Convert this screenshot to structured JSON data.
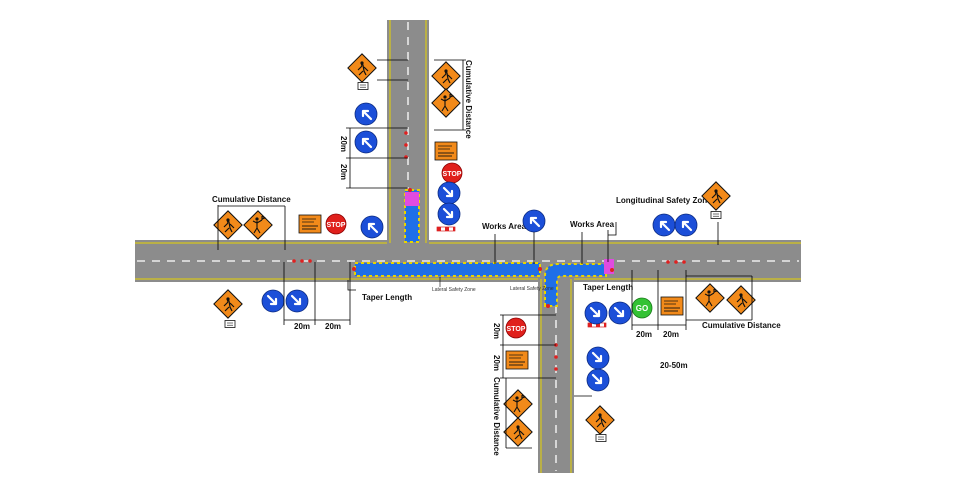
{
  "labels": {
    "cumulative_distance": "Cumulative Distance",
    "cumulative_distance_right": "Cumulative Distance",
    "works_area": "Works Area",
    "works_area_2": "Works Area",
    "longitudinal_safety_zone": "Longitudinal Safety Zone",
    "taper_length": "Taper Length",
    "taper_length_2": "Taper Length",
    "lateral_safety_zone": "Lateral Safety Zone",
    "dist_20m": "20m",
    "dist_20_50m": "20-50m"
  },
  "signs": {
    "stop": "STOP",
    "go": "GO",
    "be_prepared": "Be prepared to stop",
    "stop_here": "STOP HERE ON RED",
    "road_work": "Road Work"
  },
  "colors": {
    "road": "#8c8c8c",
    "work_zone": "#1f6fe8",
    "cone": "#e02020",
    "sign_orange": "#f28a1a",
    "keep_left_blue": "#1c4fd8",
    "stop_red": "#e0201c",
    "go_green": "#34c234",
    "edge_line": "#e8d400",
    "taper_magenta": "#e04be0"
  }
}
